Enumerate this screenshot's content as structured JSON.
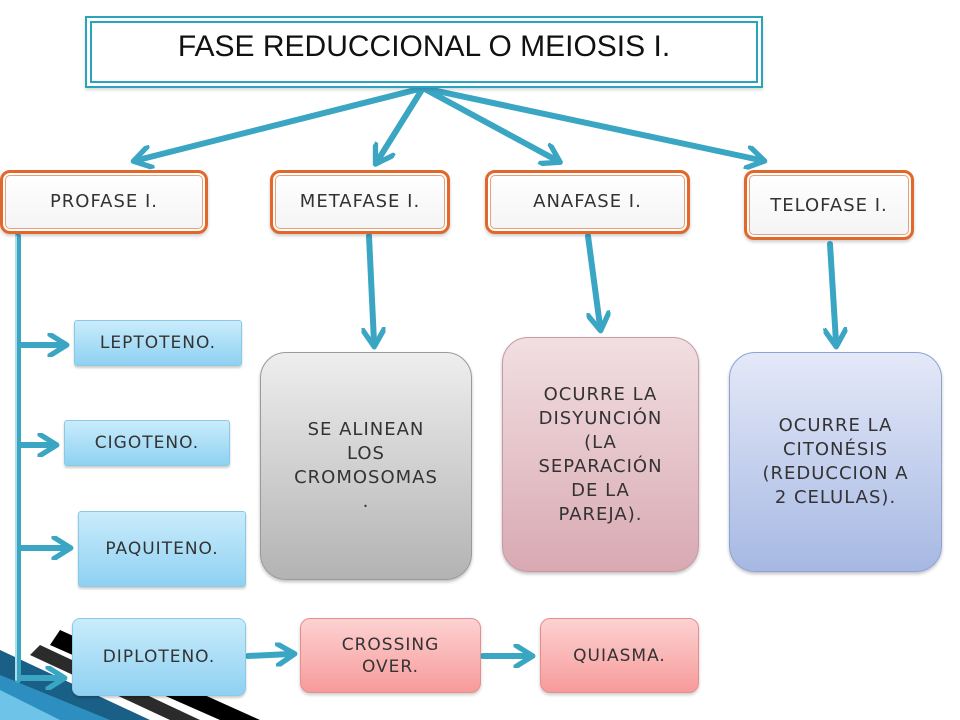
{
  "title": "FASE REDUCCIONAL O MEIOSIS I.",
  "phases": [
    "PROFASE I.",
    "METAFASE I.",
    "ANAFASE I.",
    "TELOFASE I."
  ],
  "profase_stages": [
    "LEPTOTENO.",
    "CIGOTENO.",
    "PAQUITENO.",
    "DIPLOTENO."
  ],
  "results": {
    "metafase": "SE ALINEAN\nLOS\nCROMOSOMAS\n.",
    "anafase": "OCURRE LA\nDISYUNCIÓN\n(LA\nSEPARACIÓN\nDE LA\nPAREJA).",
    "telofase": "OCURRE LA\nCITONÉSIS\n(REDUCCION A\n2 CELULAS)."
  },
  "diploteno_chain": [
    "CROSSING\nOVER.",
    "QUIASMA."
  ],
  "colors": {
    "arrow": "#3aa6c4",
    "phase_border": "#e2672b",
    "title_border": "#2aa3bf",
    "stage_fill": "#a8dcf5",
    "metafase_fill": "#c8c8c8",
    "anafase_fill": "#e4bcc3",
    "telofase_fill": "#b8c7ec",
    "chain_fill": "#f9b0b0"
  }
}
